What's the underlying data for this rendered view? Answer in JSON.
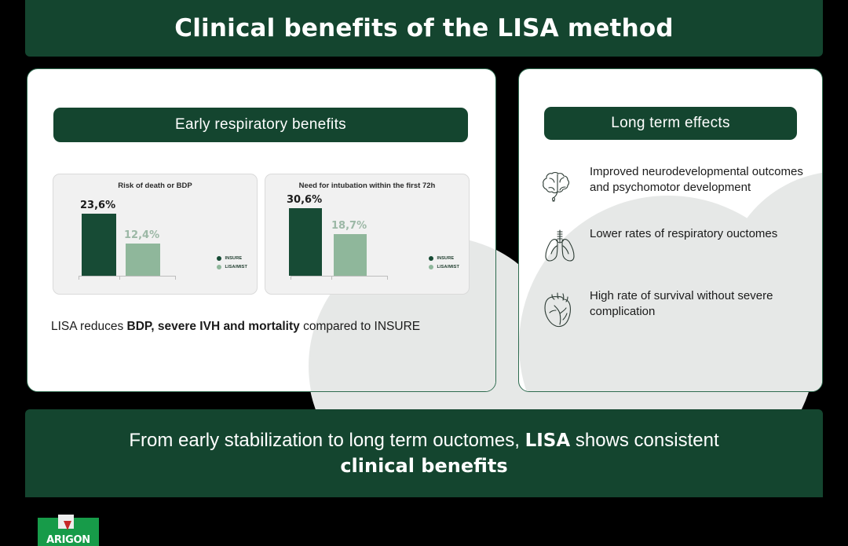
{
  "slide": {
    "title": "Clinical benefits of the LISA method",
    "background_color": "#000000",
    "brand_green": "#14452F",
    "bar_dark_color": "#174B35",
    "bar_light_color": "#8FB79B",
    "deco_color": "#E6E8E7"
  },
  "left_panel": {
    "header": "Early respiratory benefits",
    "caption_prefix": "LISA reduces ",
    "caption_bold": "BDP, severe IVH and mortality",
    "caption_suffix": " compared to INSURE"
  },
  "right_panel": {
    "header": "Long term effects",
    "bullets": [
      {
        "icon": "brain-icon",
        "text": "Improved neurodevelopmental outcomes and psychomotor development"
      },
      {
        "icon": "lungs-icon",
        "text": "Lower rates of respiratory ouctomes"
      },
      {
        "icon": "heart-icon",
        "text": "High rate of survival without severe complication"
      }
    ]
  },
  "footer": {
    "line1_prefix": "From early stabilization to long term ouctomes, ",
    "line1_bold": "LISA",
    "line1_suffix": " shows consistent",
    "line2": "clinical benefits"
  },
  "logo": {
    "name": "ARIGON",
    "mark": "arigon-logo-mark"
  },
  "chart_data": [
    {
      "type": "bar",
      "title": "Risk of death or BDP",
      "categories": [
        "INSURE",
        "LISA/MIST"
      ],
      "values": [
        23.6,
        12.4
      ],
      "value_labels": [
        "23,6%",
        "12,4%"
      ],
      "colors": [
        "#174B35",
        "#8FB79B"
      ],
      "ylim": [
        0,
        35
      ],
      "xlabel": "",
      "ylabel": "",
      "grid": false,
      "legend_position": "right",
      "legend": [
        "INSURE",
        "LISA/MIST"
      ]
    },
    {
      "type": "bar",
      "title": "Need for intubation within the first 72h",
      "categories": [
        "INSURE",
        "LISA/MIST"
      ],
      "values": [
        30.6,
        18.7
      ],
      "value_labels": [
        "30,6%",
        "18,7%"
      ],
      "colors": [
        "#174B35",
        "#8FB79B"
      ],
      "ylim": [
        0,
        35
      ],
      "xlabel": "",
      "ylabel": "",
      "grid": false,
      "legend_position": "right",
      "legend": [
        "INSURE",
        "LISA/MIST"
      ]
    }
  ]
}
